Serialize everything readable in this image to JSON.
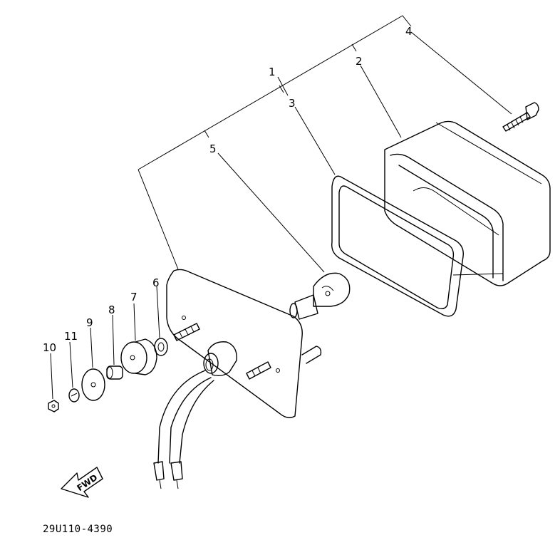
{
  "callouts": {
    "c1": "1",
    "c2": "2",
    "c3": "3",
    "c4": "4",
    "c5": "5",
    "c6": "6",
    "c7": "7",
    "c8": "8",
    "c9": "9",
    "c10": "10",
    "c11": "11"
  },
  "direction_label": "FWD",
  "diagram_code": "29U110-4390"
}
